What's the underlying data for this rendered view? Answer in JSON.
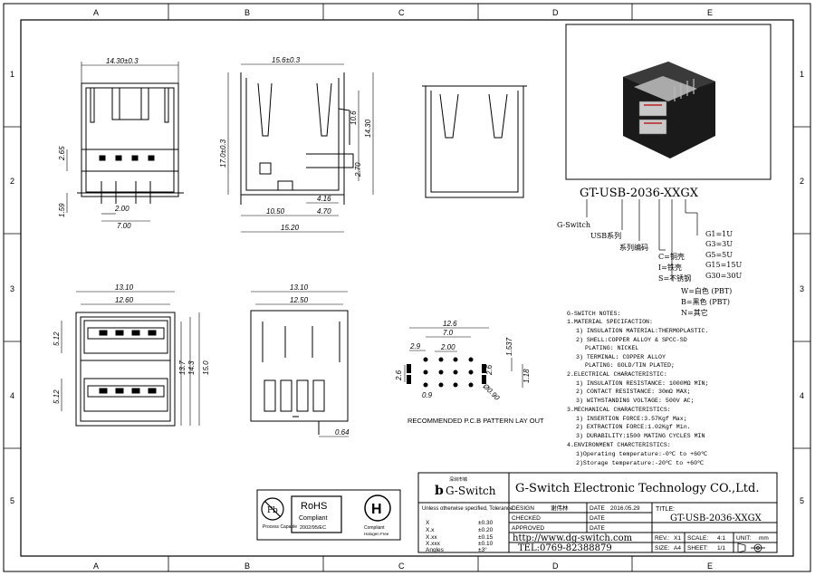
{
  "frame": {
    "columns": [
      "A",
      "B",
      "C",
      "D",
      "E"
    ],
    "rows": [
      "1",
      "2",
      "3",
      "4",
      "5"
    ]
  },
  "dimensions": {
    "side_width": "14.30±0.3",
    "side_h1": "2.65",
    "side_h2": "1.59",
    "side_pitch": "2.00",
    "side_base": "7.00",
    "front_width": "15.6±0.3",
    "front_height": "17.0±0.3",
    "front_h1": "10.6",
    "front_h2": "14.30",
    "front_h3": "2.70",
    "front_w1": "4.16",
    "front_w2": "10.50",
    "front_w3": "4.70",
    "front_total": "15.20",
    "bot_w1": "13.10",
    "bot_w2": "12.60",
    "bot_port1": "5.12",
    "bot_port2": "5.12",
    "bot_h1": "13.7",
    "bot_h2": "14.3",
    "bot_h3": "15.0",
    "mid_w1": "13.10",
    "mid_w2": "12.50",
    "mid_pin": "0.64",
    "pcb_w": "12.6",
    "pcb_inner": "7.0",
    "pcb_left": "2.9",
    "pcb_pitch": "2.00",
    "pcb_h1": "1.537",
    "pcb_h2": "1.18",
    "pcb_hole": "2.6",
    "pcb_hole2": "2.6",
    "pcb_sp": "0.9",
    "pcb_dia": "Ø0.90"
  },
  "pcb_caption": "RECOMMENDED P.C.B PATTERN LAY OUT",
  "part_code": {
    "number": "GT-USB-2036-XXGX",
    "brand": "G-Switch",
    "series": "USB系列",
    "serial": "系列编码",
    "shell_c": "C=铜壳",
    "shell_i": "I=铁壳",
    "shell_s": "S=不锈钢",
    "color_w": "W=白色 (PBT)",
    "color_b": "B=黑色 (PBT)",
    "color_n": "N=其它",
    "g1": "G1=1U",
    "g3": "G3=3U",
    "g5": "G5=5U",
    "g15": "G15=15U",
    "g30": "G30=30U"
  },
  "notes": [
    "G-SWITCH NOTES:",
    "1.MATERIAL SPECIFACTION:",
    "1) INSULATION MATERIAL:THERMOPLASTIC.",
    "2) SHELL:COPPER ALLOY & SPCC-SD",
    "PLATING: NICKEL",
    "3) TERMINAL: COPPER ALLOY",
    "PLATING: GOLD/TIN PLATED;",
    "2.ELECTRICAL CHARACTERISTIC:",
    "1) INSULATION RESISTANCE: 1000MΩ MIN;",
    "2) CONTACT RESISTANCE: 30mΩ MAX;",
    "3) WITHSTANDING VOLTAGE: 500V AC;",
    "3.MECHANICAL CHARACTERISTICS:",
    "1) INSERTION FORCE:3.57Kgf Max;",
    "2) EXTRACTION FORCE:1.02Kgf Min.",
    "3) DURABILITY:1500 MATING CYCLES MIN",
    "4.ENVIRONMENT CHARCTERISTICS:",
    "1)Operating temperature:-0℃ to +60℃",
    "2)Storage temperature:-20℃ to +60℃"
  ],
  "title_block": {
    "company": "G-Switch Electronic Technology CO.,Ltd.",
    "logo_small": "深圳市锦",
    "logo": "G-Switch",
    "tolerance_header": "Unless otherwise specified, Tolerance:",
    "tol_rows": [
      {
        "k": "X",
        "v": "±0.30"
      },
      {
        "k": "X.x",
        "v": "±0.20"
      },
      {
        "k": "X.xx",
        "v": "±0.15"
      },
      {
        "k": "X.xxx",
        "v": "±0.10"
      },
      {
        "k": "Angles",
        "v": "±3°"
      }
    ],
    "design_label": "DESIGN",
    "design_name": "谢伟林",
    "checked_label": "CHECKED",
    "approved_label": "APPROVED",
    "date_label": "DATE",
    "date_value": "2016.05.29",
    "title_label": "TITLE:",
    "title_value": "GT-USB-2036-XXGX",
    "website": "http://www.dg-switch.com",
    "tel": "TEL:0769-82388879",
    "rev_label": "REV.:",
    "rev_value": "X1",
    "scale_label": "SCALE:",
    "scale_value": "4:1",
    "unit_label": "UNIT:",
    "unit_value": "mm",
    "size_label": "SIZE:",
    "size_value": "A4",
    "sheet_label": "SHEET:",
    "sheet_value": "1/1"
  },
  "rohs": {
    "pb": "Pb",
    "pb_caption": "Process Capable",
    "title": "RoHS",
    "compliant": "Compliant",
    "directive": "2002/95/EC",
    "h_caption": "Compliant",
    "h_sub": "Halogen Free"
  }
}
